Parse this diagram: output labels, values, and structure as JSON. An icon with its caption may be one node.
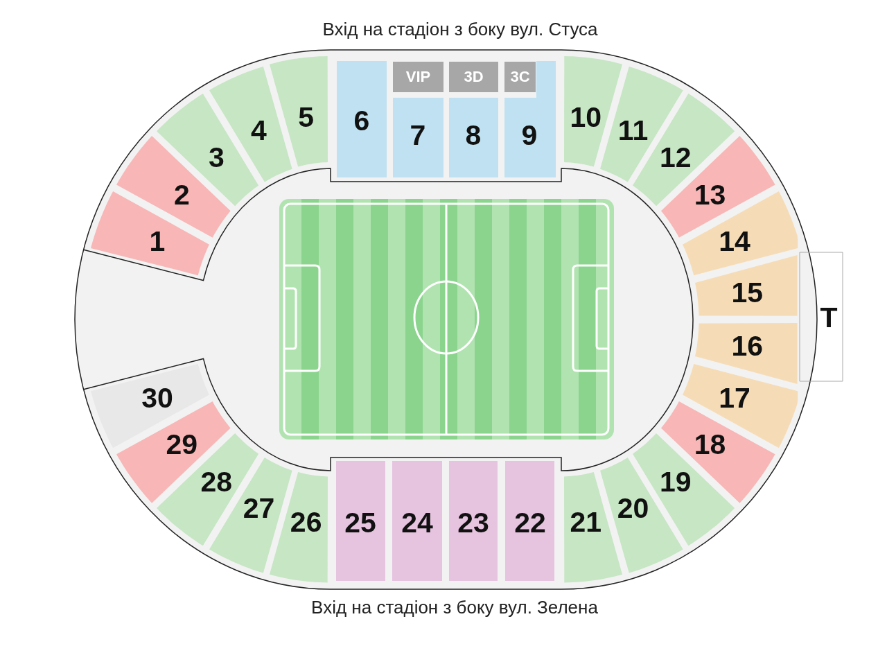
{
  "diagram": {
    "nodes": [
      {
        "text": [
          "1"
        ]
      },
      {
        "text": [
          "2"
        ]
      },
      {
        "text": [
          "3"
        ]
      },
      {
        "text": [
          "4"
        ]
      },
      {
        "text": [
          "5"
        ]
      },
      {
        "text": [
          "6"
        ]
      },
      {
        "text": [
          "7"
        ]
      },
      {
        "text": [
          "8"
        ]
      },
      {
        "text": [
          "9"
        ]
      },
      {
        "text": [
          "10"
        ]
      },
      {
        "text": [
          "11"
        ]
      },
      {
        "text": [
          "12"
        ]
      },
      {
        "text": [
          "13"
        ]
      },
      {
        "text": [
          "14"
        ]
      },
      {
        "text": [
          "15"
        ]
      },
      {
        "text": [
          "16"
        ]
      },
      {
        "text": [
          "17"
        ]
      },
      {
        "text": [
          "18"
        ]
      },
      {
        "text": [
          "19"
        ]
      },
      {
        "text": [
          "20"
        ]
      },
      {
        "text": [
          "21"
        ]
      },
      {
        "text": [
          "22"
        ]
      },
      {
        "text": [
          "23"
        ]
      },
      {
        "text": [
          "24"
        ]
      },
      {
        "text": [
          "25"
        ]
      },
      {
        "text": [
          "26"
        ]
      },
      {
        "text": [
          "27"
        ]
      },
      {
        "text": [
          "28"
        ]
      },
      {
        "text": [
          "29"
        ]
      },
      {
        "text": [
          "30"
        ]
      },
      {
        "text": [
          "VIP"
        ]
      },
      {
        "text": [
          "3D"
        ]
      },
      {
        "text": [
          "3C"
        ]
      },
      {
        "text": [
          "T"
        ]
      }
    ],
    "labels": [
      "Вхід на стадіон з боку вул. Стуса",
      "Вхід на стадіон з боку вул. Зелена"
    ]
  }
}
